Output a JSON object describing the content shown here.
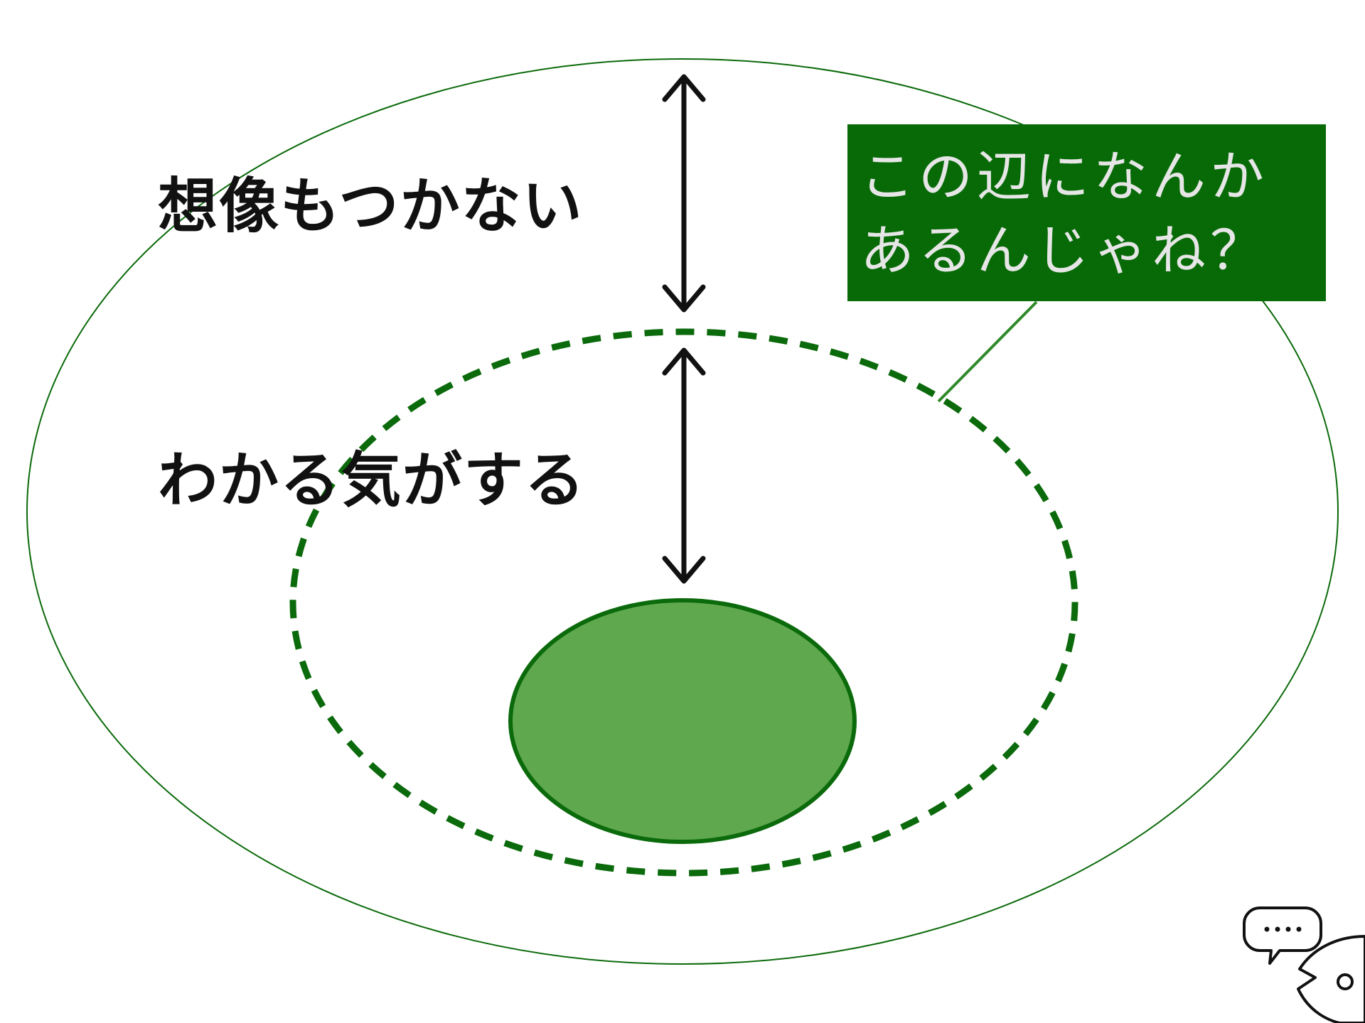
{
  "labels": {
    "outer_region": "想像もつかない",
    "middle_region": "わかる気がする"
  },
  "callout": {
    "line1": "この辺になんか",
    "line2": "あるんじゃね？"
  },
  "mascot": {
    "speech_bubble_text": "・・・"
  },
  "colors": {
    "dark_green": "#076a07",
    "fill_green": "#5fa84d",
    "outline_green": "#0b6a0b",
    "callout_text": "#e6e6e6",
    "arrow": "#111111"
  }
}
